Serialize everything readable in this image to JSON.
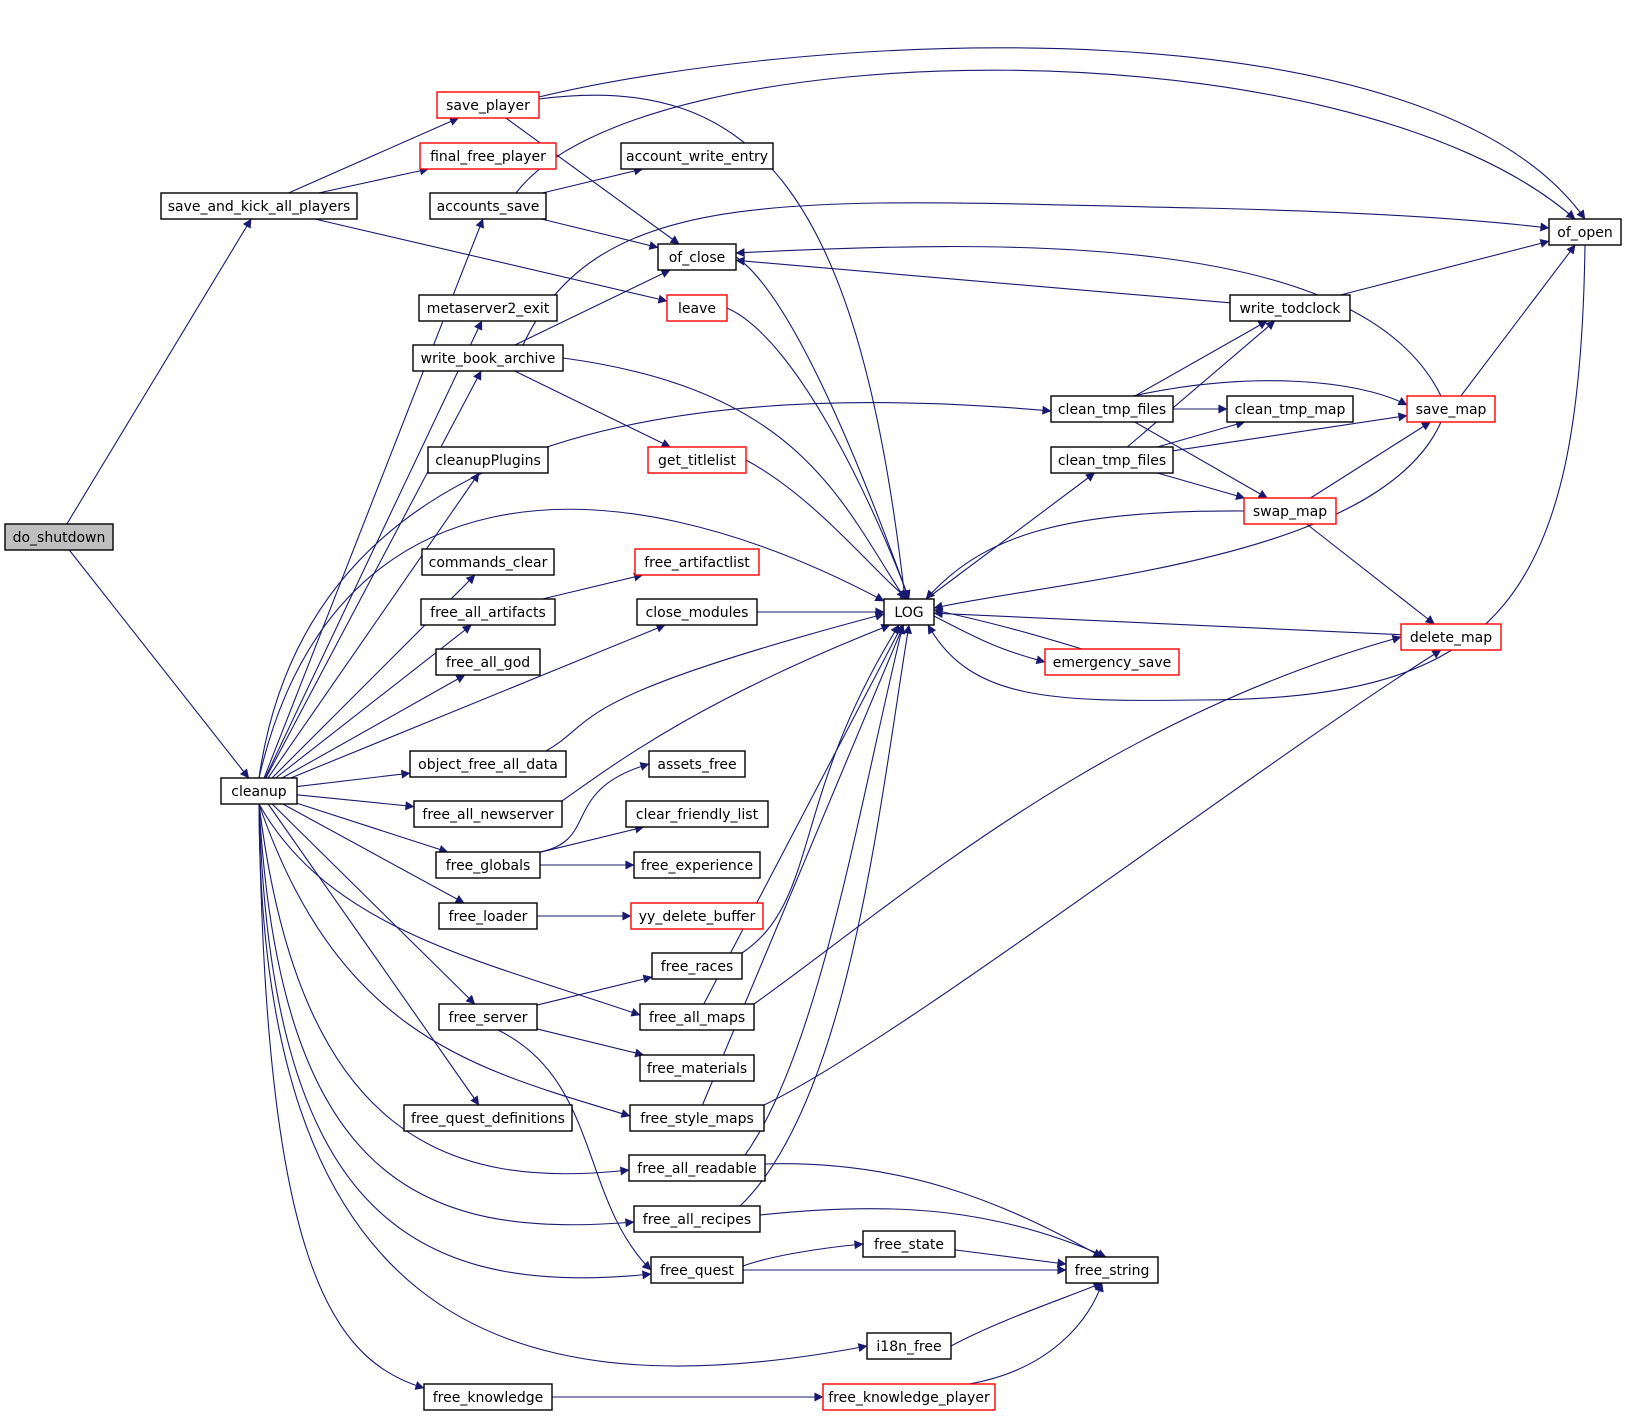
{
  "graph": {
    "edge_color": "#191970",
    "node_fill": "#ffffff",
    "root_fill": "#bfbfbf",
    "border_normal": "#000000",
    "border_truncated": "#ff0000",
    "nodes": {
      "do_shutdown": {
        "label": "do_shutdown",
        "root": true
      },
      "save_and_kick_all_players": {
        "label": "save_and_kick_all_players"
      },
      "cleanup": {
        "label": "cleanup"
      },
      "save_player": {
        "label": "save_player",
        "truncated": true
      },
      "final_free_player": {
        "label": "final_free_player",
        "truncated": true
      },
      "accounts_save": {
        "label": "accounts_save"
      },
      "metaserver2_exit": {
        "label": "metaserver2_exit"
      },
      "write_book_archive": {
        "label": "write_book_archive"
      },
      "cleanupPlugins": {
        "label": "cleanupPlugins"
      },
      "commands_clear": {
        "label": "commands_clear"
      },
      "free_all_artifacts": {
        "label": "free_all_artifacts"
      },
      "free_all_god": {
        "label": "free_all_god"
      },
      "object_free_all_data": {
        "label": "object_free_all_data"
      },
      "free_all_newserver": {
        "label": "free_all_newserver"
      },
      "free_globals": {
        "label": "free_globals"
      },
      "free_loader": {
        "label": "free_loader"
      },
      "free_server": {
        "label": "free_server"
      },
      "free_quest_definitions": {
        "label": "free_quest_definitions"
      },
      "free_knowledge": {
        "label": "free_knowledge"
      },
      "account_write_entry": {
        "label": "account_write_entry"
      },
      "of_close": {
        "label": "of_close"
      },
      "leave": {
        "label": "leave",
        "truncated": true
      },
      "get_titlelist": {
        "label": "get_titlelist",
        "truncated": true
      },
      "free_artifactlist": {
        "label": "free_artifactlist",
        "truncated": true
      },
      "close_modules": {
        "label": "close_modules"
      },
      "assets_free": {
        "label": "assets_free"
      },
      "clear_friendly_list": {
        "label": "clear_friendly_list"
      },
      "free_experience": {
        "label": "free_experience"
      },
      "yy_delete_buffer": {
        "label": "yy_delete_buffer",
        "truncated": true
      },
      "free_races": {
        "label": "free_races"
      },
      "free_all_maps": {
        "label": "free_all_maps"
      },
      "free_materials": {
        "label": "free_materials"
      },
      "free_style_maps": {
        "label": "free_style_maps"
      },
      "free_all_readable": {
        "label": "free_all_readable"
      },
      "free_all_recipes": {
        "label": "free_all_recipes"
      },
      "free_quest": {
        "label": "free_quest"
      },
      "LOG": {
        "label": "LOG"
      },
      "free_state": {
        "label": "free_state"
      },
      "i18n_free": {
        "label": "i18n_free"
      },
      "free_knowledge_player": {
        "label": "free_knowledge_player",
        "truncated": true
      },
      "clean_tmp_files_a": {
        "label": "clean_tmp_files"
      },
      "clean_tmp_files_b": {
        "label": "clean_tmp_files"
      },
      "emergency_save": {
        "label": "emergency_save",
        "truncated": true
      },
      "free_string": {
        "label": "free_string"
      },
      "write_todclock": {
        "label": "write_todclock"
      },
      "clean_tmp_map": {
        "label": "clean_tmp_map"
      },
      "swap_map": {
        "label": "swap_map",
        "truncated": true
      },
      "of_open": {
        "label": "of_open"
      },
      "save_map": {
        "label": "save_map",
        "truncated": true
      },
      "delete_map": {
        "label": "delete_map",
        "truncated": true
      }
    },
    "edges": [
      [
        "do_shutdown",
        "save_and_kick_all_players"
      ],
      [
        "do_shutdown",
        "cleanup"
      ],
      [
        "save_and_kick_all_players",
        "save_player"
      ],
      [
        "save_and_kick_all_players",
        "final_free_player"
      ],
      [
        "save_and_kick_all_players",
        "leave"
      ],
      [
        "save_player",
        "of_open"
      ],
      [
        "save_player",
        "LOG"
      ],
      [
        "save_player",
        "of_close"
      ],
      [
        "accounts_save",
        "account_write_entry"
      ],
      [
        "accounts_save",
        "of_close"
      ],
      [
        "accounts_save",
        "of_open"
      ],
      [
        "write_book_archive",
        "of_close"
      ],
      [
        "write_book_archive",
        "of_open"
      ],
      [
        "write_book_archive",
        "LOG"
      ],
      [
        "write_book_archive",
        "get_titlelist"
      ],
      [
        "leave",
        "LOG"
      ],
      [
        "get_titlelist",
        "LOG"
      ],
      [
        "of_close",
        "LOG"
      ],
      [
        "free_all_artifacts",
        "free_artifactlist"
      ],
      [
        "close_modules",
        "LOG"
      ],
      [
        "object_free_all_data",
        "LOG"
      ],
      [
        "free_all_newserver",
        "LOG"
      ],
      [
        "free_globals",
        "assets_free"
      ],
      [
        "free_globals",
        "clear_friendly_list"
      ],
      [
        "free_globals",
        "free_experience"
      ],
      [
        "free_loader",
        "yy_delete_buffer"
      ],
      [
        "free_server",
        "free_races"
      ],
      [
        "free_server",
        "free_materials"
      ],
      [
        "free_server",
        "free_quest"
      ],
      [
        "free_races",
        "LOG"
      ],
      [
        "free_all_maps",
        "LOG"
      ],
      [
        "free_all_maps",
        "delete_map"
      ],
      [
        "free_style_maps",
        "LOG"
      ],
      [
        "free_style_maps",
        "delete_map"
      ],
      [
        "free_all_readable",
        "LOG"
      ],
      [
        "free_all_readable",
        "free_string"
      ],
      [
        "free_all_recipes",
        "LOG"
      ],
      [
        "free_all_recipes",
        "free_string"
      ],
      [
        "free_quest",
        "free_state"
      ],
      [
        "free_quest",
        "free_string"
      ],
      [
        "free_state",
        "free_string"
      ],
      [
        "i18n_free",
        "free_string"
      ],
      [
        "free_knowledge",
        "free_knowledge_player"
      ],
      [
        "free_knowledge_player",
        "free_string"
      ],
      [
        "cleanup",
        "accounts_save"
      ],
      [
        "cleanup",
        "metaserver2_exit"
      ],
      [
        "cleanup",
        "write_book_archive"
      ],
      [
        "cleanup",
        "clean_tmp_files_a"
      ],
      [
        "cleanup",
        "cleanupPlugins"
      ],
      [
        "cleanup",
        "LOG"
      ],
      [
        "cleanup",
        "commands_clear"
      ],
      [
        "cleanup",
        "free_all_artifacts"
      ],
      [
        "cleanup",
        "free_all_god"
      ],
      [
        "cleanup",
        "close_modules"
      ],
      [
        "cleanup",
        "object_free_all_data"
      ],
      [
        "cleanup",
        "free_all_newserver"
      ],
      [
        "cleanup",
        "free_globals"
      ],
      [
        "cleanup",
        "free_loader"
      ],
      [
        "cleanup",
        "free_all_maps"
      ],
      [
        "cleanup",
        "free_server"
      ],
      [
        "cleanup",
        "free_style_maps"
      ],
      [
        "cleanup",
        "free_quest_definitions"
      ],
      [
        "cleanup",
        "free_all_readable"
      ],
      [
        "cleanup",
        "free_all_recipes"
      ],
      [
        "cleanup",
        "free_quest"
      ],
      [
        "cleanup",
        "i18n_free"
      ],
      [
        "cleanup",
        "free_knowledge"
      ],
      [
        "LOG",
        "clean_tmp_files_b"
      ],
      [
        "LOG",
        "emergency_save"
      ],
      [
        "emergency_save",
        "LOG"
      ],
      [
        "clean_tmp_files_a",
        "write_todclock"
      ],
      [
        "clean_tmp_files_a",
        "clean_tmp_map"
      ],
      [
        "clean_tmp_files_a",
        "save_map"
      ],
      [
        "clean_tmp_files_a",
        "swap_map"
      ],
      [
        "clean_tmp_files_b",
        "write_todclock"
      ],
      [
        "clean_tmp_files_b",
        "clean_tmp_map"
      ],
      [
        "clean_tmp_files_b",
        "save_map"
      ],
      [
        "clean_tmp_files_b",
        "swap_map"
      ],
      [
        "write_todclock",
        "of_close"
      ],
      [
        "write_todclock",
        "of_open"
      ],
      [
        "swap_map",
        "LOG"
      ],
      [
        "swap_map",
        "save_map"
      ],
      [
        "swap_map",
        "delete_map"
      ],
      [
        "save_map",
        "of_open"
      ],
      [
        "save_map",
        "of_close"
      ],
      [
        "save_map",
        "LOG"
      ],
      [
        "delete_map",
        "LOG"
      ],
      [
        "of_open",
        "LOG"
      ]
    ]
  }
}
